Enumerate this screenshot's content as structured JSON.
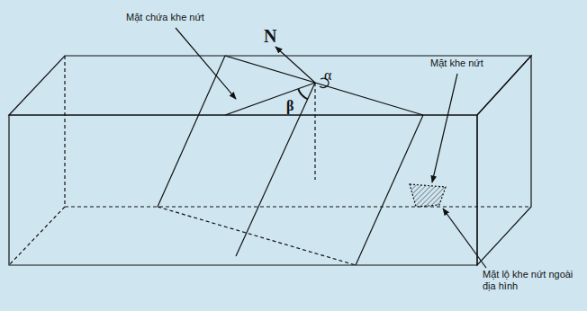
{
  "diagram": {
    "labels": [
      "Mặt chứa khe nứt",
      "N",
      "α",
      "β",
      "Mặt khe nứt",
      "Mặt lộ khe nứt ngoài địa hình"
    ]
  }
}
